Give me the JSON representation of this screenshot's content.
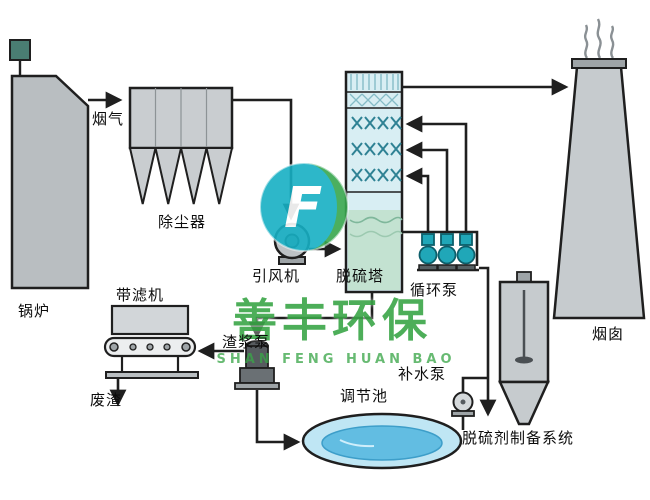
{
  "labels": {
    "boiler": "锅炉",
    "flue_gas": "烟气",
    "dust_collector": "除尘器",
    "id_fan": "引风机",
    "desulfurization_tower": "脱硫塔",
    "circulation_pump": "循环泵",
    "belt_filter": "带滤机",
    "slurry_pump": "渣浆泵",
    "waste_residue": "废渣",
    "regulation_tank": "调节池",
    "water_supply_pump": "补水泵",
    "desulfurizer_prep_system": "脱硫剂制备系统",
    "chimney": "烟囱"
  },
  "watermark": {
    "logo_letter": "F",
    "company_cn": "善丰环保",
    "company_en": "SHAN FENG HUAN BAO"
  },
  "colors": {
    "outline": "#1f1f1f",
    "equipment_gray": "#c6cbce",
    "tower_fill": "#d8eef3",
    "tower_liquid": "#c3e2d1",
    "pump_teal": "#20a7b8",
    "pool_water": "#bfe6f4",
    "pool_water_dark": "#62bde2",
    "brand_teal": "#17b0c4",
    "brand_green": "#3aa648",
    "smoke_gray": "#8a9094"
  }
}
